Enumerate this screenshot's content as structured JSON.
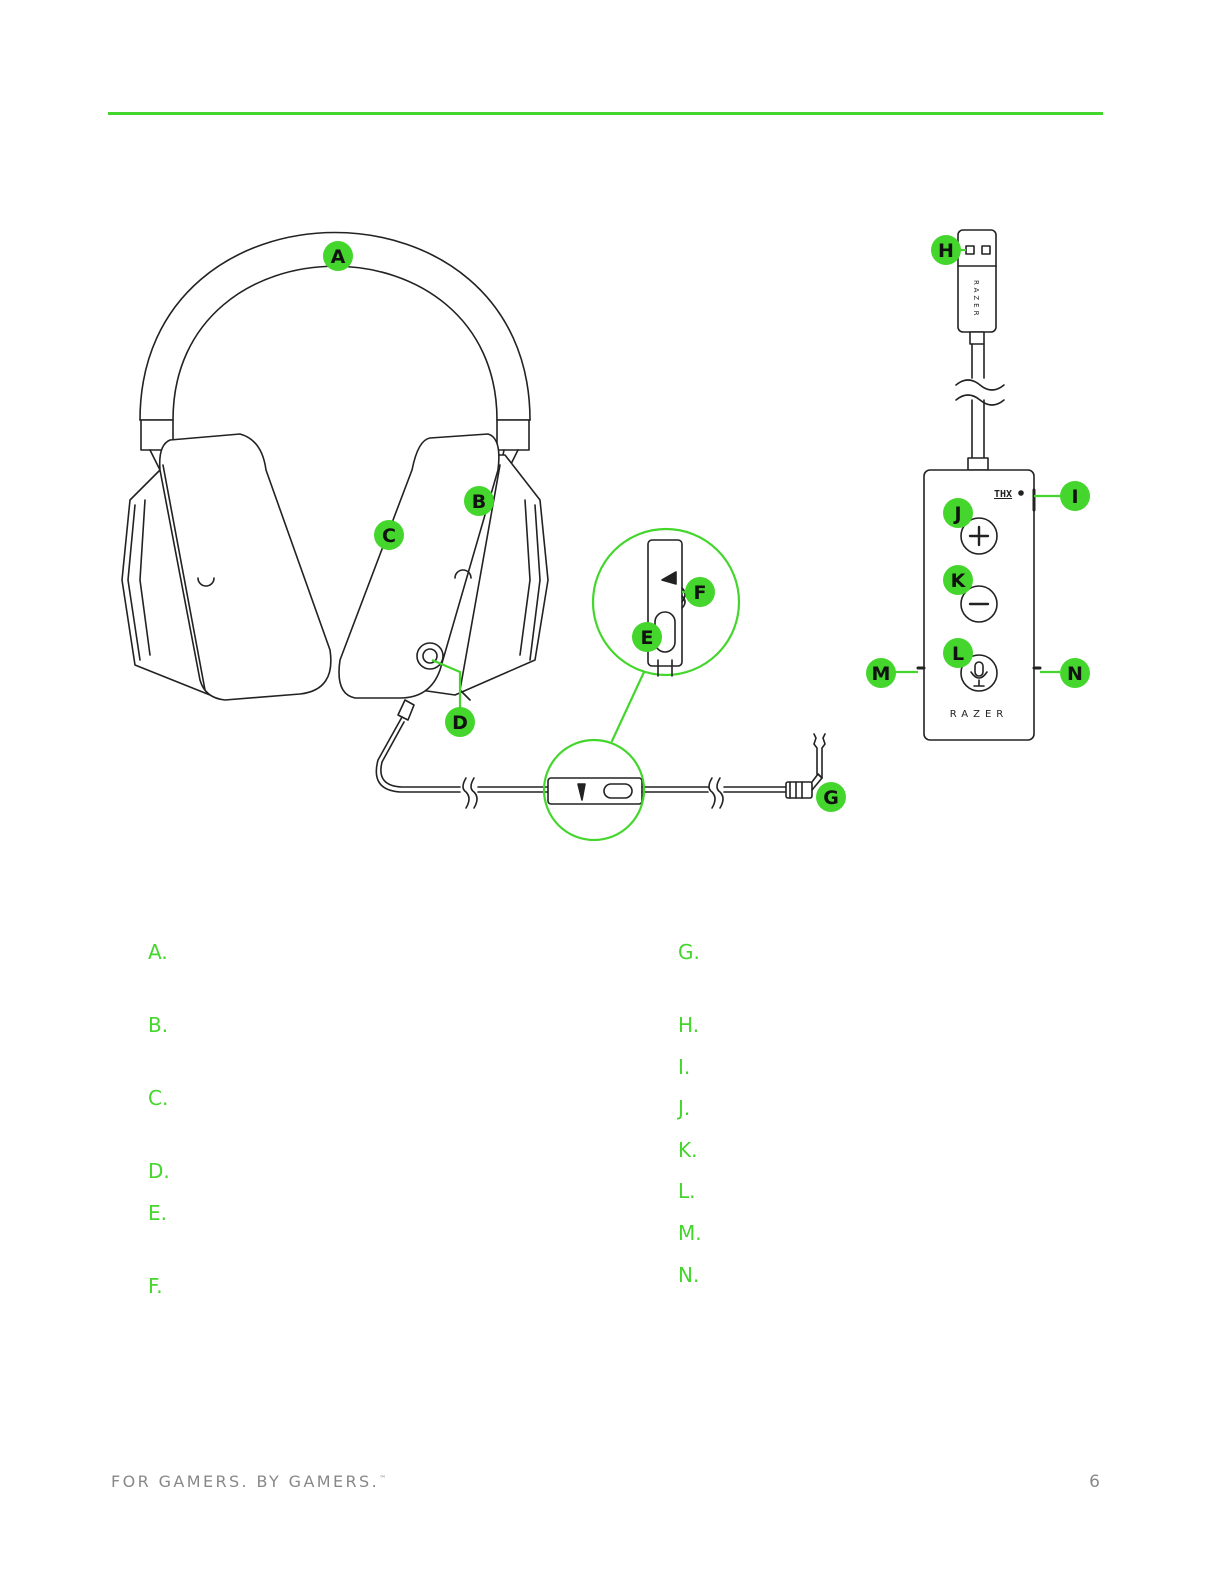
{
  "diagram": {
    "callouts": [
      "A",
      "B",
      "C",
      "D",
      "E",
      "F",
      "G",
      "H",
      "I",
      "J",
      "K",
      "L",
      "M",
      "N"
    ],
    "control_module_brand": "RAZER",
    "usb_brand": "RAZER",
    "thx_badge": "THX"
  },
  "legend": {
    "left": [
      "A.",
      "B.",
      "C.",
      "D.",
      "E.",
      "F."
    ],
    "right": [
      "G.",
      "H.",
      "I.",
      "J.",
      "K.",
      "L.",
      "M.",
      "N."
    ]
  },
  "footer": {
    "tagline": "FOR GAMERS. BY GAMERS.",
    "trademark": "™",
    "page_number": "6"
  },
  "colors": {
    "accent": "#44d62c",
    "footer_text": "#888888",
    "line_art": "#222222"
  }
}
